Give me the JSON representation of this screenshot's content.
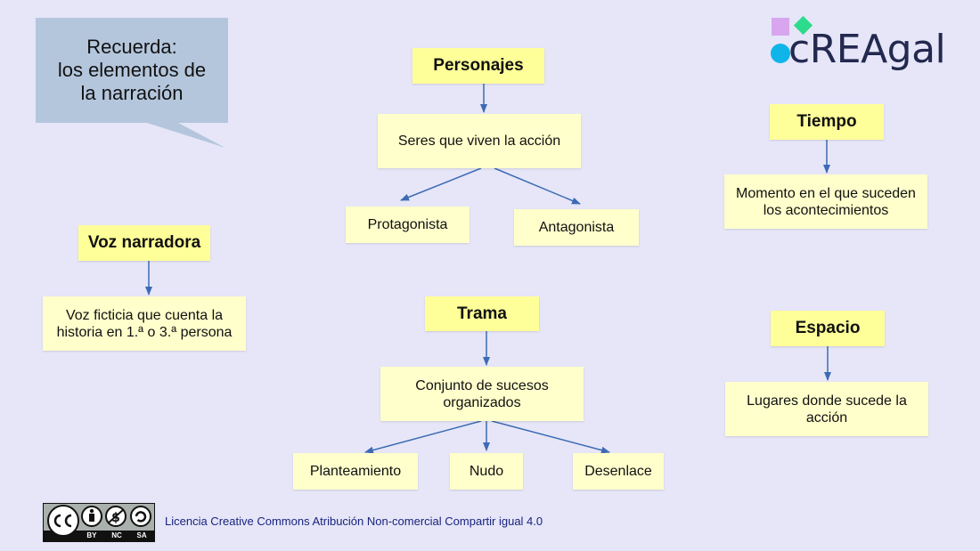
{
  "callout": {
    "text": "Recuerda:\nlos elementos de\nla narración"
  },
  "logo": {
    "text": "cREAgal"
  },
  "nodes": {
    "personajes": "Personajes",
    "seres": "Seres que viven la acción",
    "protagonista": "Protagonista",
    "antagonista": "Antagonista",
    "tiempo": "Tiempo",
    "momento": "Momento en el que suceden los acontecimientos",
    "voz": "Voz narradora",
    "voz_desc": "Voz ficticia que cuenta la historia en 1.ª o 3.ª persona",
    "trama": "Trama",
    "conjunto": "Conjunto de sucesos organizados",
    "planteamiento": "Planteamiento",
    "nudo": "Nudo",
    "desenlace": "Desenlace",
    "espacio": "Espacio",
    "lugares": "Lugares donde sucede la acción"
  },
  "license": {
    "badge": [
      "BY",
      "NC",
      "SA"
    ],
    "text": "Licencia Creative Commons Atribución Non-comercial Compartir igual 4.0"
  },
  "colors": {
    "title_box": "#ffff99",
    "desc_box": "#ffffcc",
    "arrow": "#3d6bb3",
    "callout": "#b4c6dc",
    "background": "#e6e6f8"
  }
}
